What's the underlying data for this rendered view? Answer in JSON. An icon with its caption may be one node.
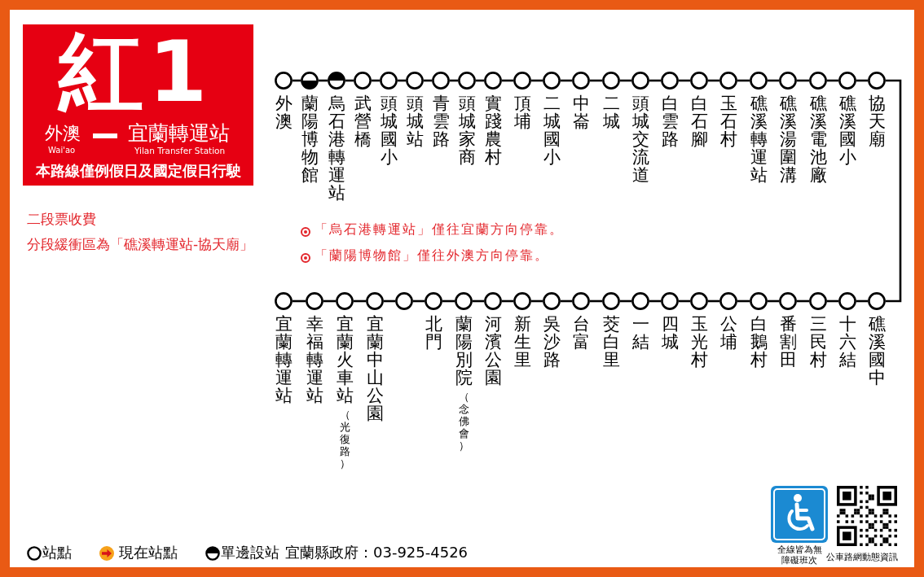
{
  "diagram": {
    "title": "紅1",
    "nodes": [
      {
        "text": [
          "外澳"
        ]
      },
      {
        "text": [
          "蘭陽博物館"
        ]
      },
      {
        "text": [
          "烏石港轉運站"
        ]
      },
      {
        "text": [
          "武營橋"
        ]
      },
      {
        "text": [
          "頭城國小"
        ]
      },
      {
        "text": [
          "頭城站"
        ]
      },
      {
        "text": [
          "青雲路"
        ]
      },
      {
        "text": [
          "頭城家商"
        ]
      },
      {
        "text": [
          "實踐農村"
        ]
      },
      {
        "text": [
          "頂埔"
        ]
      },
      {
        "text": [
          "二城國小"
        ]
      },
      {
        "text": [
          "中崙"
        ]
      },
      {
        "text": [
          "二城"
        ]
      },
      {
        "text": [
          "頭城交流道"
        ]
      },
      {
        "text": [
          "白雲路"
        ]
      },
      {
        "text": [
          "白石腳"
        ]
      },
      {
        "text": [
          "玉石村"
        ]
      },
      {
        "text": [
          "礁溪轉運站"
        ]
      },
      {
        "text": [
          "礁溪湯圍溝"
        ]
      },
      {
        "text": [
          "礁溪電池廠"
        ]
      },
      {
        "text": [
          "礁溪國小"
        ]
      },
      {
        "text": [
          "協天廟"
        ]
      },
      {
        "text": [
          "宜蘭轉運站"
        ]
      },
      {
        "text": [
          "幸福轉運站"
        ]
      },
      {
        "text": [
          "宜蘭火車站",
          "（光復路）"
        ]
      },
      {
        "text": [
          "宜蘭中山公園"
        ]
      },
      {
        "text": [],
        "shape": "circle"
      },
      {
        "text": [
          "北門"
        ]
      },
      {
        "text": [
          "蘭陽別院",
          "（念佛會）"
        ]
      },
      {
        "text": [
          "河濱公園"
        ]
      },
      {
        "text": [
          "新生里"
        ]
      },
      {
        "text": [
          "吳沙路"
        ]
      },
      {
        "text": [
          "台富"
        ]
      },
      {
        "text": [
          "茭白里"
        ]
      },
      {
        "text": [
          "一結"
        ]
      },
      {
        "text": [
          "四城"
        ]
      },
      {
        "text": [
          "玉光村"
        ]
      },
      {
        "text": [
          "公埔"
        ]
      },
      {
        "text": [
          "白鵝村"
        ]
      },
      {
        "text": [
          "番割田"
        ]
      },
      {
        "text": [
          "三民村"
        ]
      },
      {
        "text": [
          "十六結"
        ]
      },
      {
        "text": [
          "礁溪國中"
        ]
      }
    ],
    "edges": [
      {
        "from": 0,
        "to": 1,
        "arrow": "none"
      },
      {
        "from": 1,
        "to": 2,
        "arrow": "none"
      },
      {
        "from": 2,
        "to": 3,
        "arrow": "none"
      },
      {
        "from": 3,
        "to": 4,
        "arrow": "none"
      },
      {
        "from": 4,
        "to": 5,
        "arrow": "none"
      },
      {
        "from": 5,
        "to": 6,
        "arrow": "none"
      },
      {
        "from": 6,
        "to": 7,
        "arrow": "none"
      },
      {
        "from": 7,
        "to": 8,
        "arrow": "none"
      },
      {
        "from": 8,
        "to": 9,
        "arrow": "none"
      },
      {
        "from": 9,
        "to": 10,
        "arrow": "none"
      },
      {
        "from": 10,
        "to": 11,
        "arrow": "none"
      },
      {
        "from": 11,
        "to": 12,
        "arrow": "none"
      },
      {
        "from": 12,
        "to": 13,
        "arrow": "none"
      },
      {
        "from": 13,
        "to": 14,
        "arrow": "none"
      },
      {
        "from": 14,
        "to": 15,
        "arrow": "none"
      },
      {
        "from": 15,
        "to": 16,
        "arrow": "none"
      },
      {
        "from": 16,
        "to": 17,
        "arrow": "none"
      },
      {
        "from": 17,
        "to": 18,
        "arrow": "none"
      },
      {
        "from": 18,
        "to": 19,
        "arrow": "none"
      },
      {
        "from": 19,
        "to": 20,
        "arrow": "none"
      },
      {
        "from": 20,
        "to": 21,
        "arrow": "none"
      },
      {
        "from": 21,
        "to": 42,
        "arrow": "none"
      },
      {
        "from": 42,
        "to": 41,
        "arrow": "none"
      },
      {
        "from": 41,
        "to": 40,
        "arrow": "none"
      },
      {
        "from": 40,
        "to": 39,
        "arrow": "none"
      },
      {
        "from": 39,
        "to": 38,
        "arrow": "none"
      },
      {
        "from": 38,
        "to": 37,
        "arrow": "none"
      },
      {
        "from": 37,
        "to": 36,
        "arrow": "none"
      },
      {
        "from": 36,
        "to": 35,
        "arrow": "none"
      },
      {
        "from": 35,
        "to": 34,
        "arrow": "none"
      },
      {
        "from": 34,
        "to": 33,
        "arrow": "none"
      },
      {
        "from": 33,
        "to": 32,
        "arrow": "none"
      },
      {
        "from": 32,
        "to": 31,
        "arrow": "none"
      },
      {
        "from": 31,
        "to": 30,
        "arrow": "none"
      },
      {
        "from": 30,
        "to": 29,
        "arrow": "none"
      },
      {
        "from": 29,
        "to": 28,
        "arrow": "none"
      },
      {
        "from": 28,
        "to": 27,
        "arrow": "none"
      },
      {
        "from": 27,
        "to": 26,
        "arrow": "none"
      },
      {
        "from": 26,
        "to": 25,
        "arrow": "none"
      },
      {
        "from": 25,
        "to": 24,
        "arrow": "none"
      },
      {
        "from": 24,
        "to": 23,
        "arrow": "none"
      },
      {
        "from": 23,
        "to": 22,
        "arrow": "none"
      }
    ],
    "labels": [
      "外澳",
      "Wai'ao",
      "宜蘭轉運站",
      "Yilan Transfer Station",
      "本路線僅例假日及國定假日行駛",
      "二段票收費",
      "分段緩衝區為「礁溪轉運站-協天廟」",
      "「烏石港轉運站」僅往宜蘭方向停靠。",
      "「蘭陽博物館」僅往外澳方向停靠。",
      "宜蘭縣政府：03-925-4526",
      "全線皆為無障礙班次",
      "公車路網動態資訊"
    ],
    "legend": [
      {
        "text": "站點"
      },
      {
        "text": "現在站點"
      },
      {
        "text": "單邊設站"
      }
    ]
  }
}
